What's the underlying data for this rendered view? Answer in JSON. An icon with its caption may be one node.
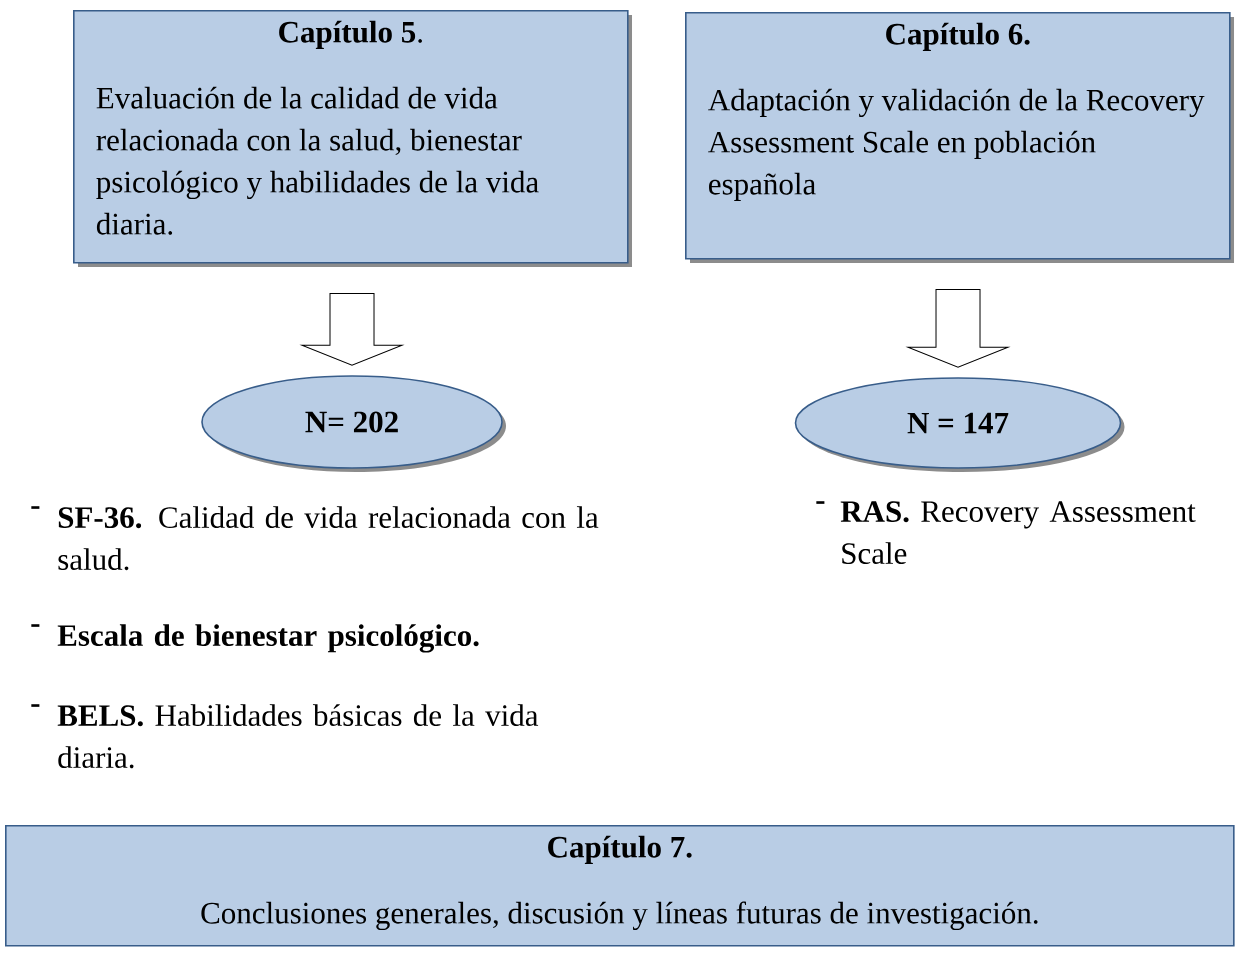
{
  "diagram": {
    "nodes": [
      {
        "text": [
          "**Capítulo 5**.",
          "Evaluación de la calidad de vida relacionada con la salud, bienestar psicológico y habilidades de la vida diaria."
        ]
      },
      {
        "text": [
          "Capítulo 6.",
          "Adaptación y validación de la Recovery Assessment Scale en población española"
        ]
      },
      {
        "text": [
          "N= 202"
        ]
      },
      {
        "text": [
          "N = 147"
        ]
      },
      {
        "text": [
          "Capítulo 7.",
          "Conclusiones generales, discusión y líneas futuras de investigación."
        ]
      }
    ],
    "edges": [
      {
        "from": 0,
        "to": 2,
        "arrow": "to"
      },
      {
        "from": 1,
        "to": 3,
        "arrow": "to"
      }
    ],
    "labels": [
      "-",
      "**SF-36.** Calidad de vida relacionada con la salud.",
      "-",
      "**RAS.** Recovery Assessment Scale",
      "-",
      "Escala de bienestar psicológico.",
      "-",
      "**BELS.** Habilidades básicas de la vida diaria."
    ]
  }
}
